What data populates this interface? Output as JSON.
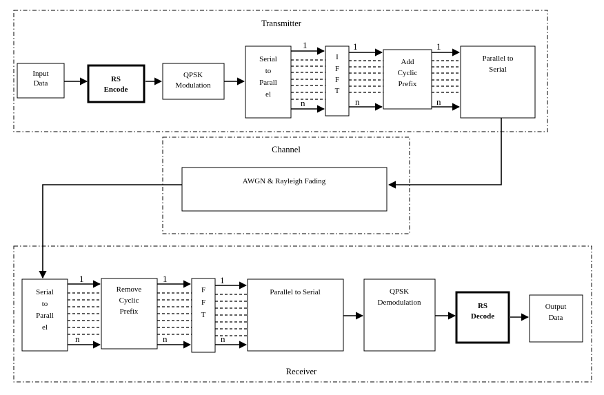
{
  "regions": {
    "transmitter": "Transmitter",
    "channel": "Channel",
    "receiver": "Receiver"
  },
  "transmitter": {
    "input_data": [
      "Input",
      "Data"
    ],
    "rs_encode": [
      "RS",
      "Encode"
    ],
    "qpsk_mod": [
      "QPSK",
      "Modulation"
    ],
    "s2p": [
      "Serial",
      "to",
      "Parall",
      "el"
    ],
    "ifft": [
      "I",
      "F",
      "F",
      "T"
    ],
    "add_cp": [
      "Add",
      "Cyclic",
      "Prefix"
    ],
    "p2s": [
      "Parallel to",
      "Serial"
    ]
  },
  "channel": {
    "awgn": "AWGN & Rayleigh Fading"
  },
  "receiver": {
    "s2p": [
      "Serial",
      "to",
      "Parall",
      "el"
    ],
    "remove_cp": [
      "Remove",
      "Cyclic",
      "Prefix"
    ],
    "fft": [
      "F",
      "F",
      "T"
    ],
    "p2s": "Parallel to Serial",
    "qpsk_demod": [
      "QPSK",
      "Demodulation"
    ],
    "rs_decode": [
      "RS",
      "Decode"
    ],
    "output_data": [
      "Output",
      "Data"
    ]
  },
  "bus_labels": {
    "first": "1",
    "last": "n"
  }
}
